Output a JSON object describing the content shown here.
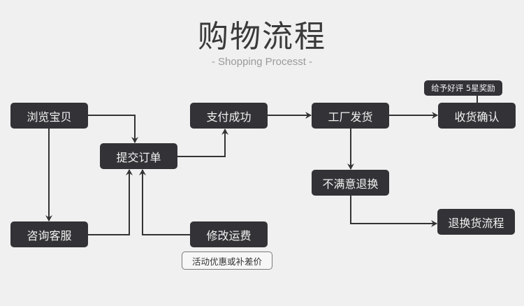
{
  "header": {
    "title": "购物流程",
    "subtitle": "- Shopping Processt -"
  },
  "nodes": {
    "browse": "浏览宝贝",
    "submit_order": "提交订单",
    "consult": "咨询客服",
    "modify_freight": "修改运费",
    "pay_success": "支付成功",
    "factory_ship": "工厂发货",
    "confirm_receipt": "收货确认",
    "unsatisfied_return": "不满意退换",
    "return_process": "退换货流程"
  },
  "annotations": {
    "review_reward": "给予好评 5星奖励",
    "promo_note": "活动优惠或补差价"
  },
  "colors": {
    "background": "#f0f0f0",
    "node_fill": "#333236",
    "node_text": "#f2f2f2",
    "connector": "#333333"
  },
  "edges": [
    {
      "from": "browse",
      "to": "submit_order"
    },
    {
      "from": "browse",
      "to": "consult"
    },
    {
      "from": "consult",
      "to": "submit_order"
    },
    {
      "from": "modify_freight",
      "to": "submit_order"
    },
    {
      "from": "submit_order",
      "to": "pay_success"
    },
    {
      "from": "pay_success",
      "to": "factory_ship"
    },
    {
      "from": "factory_ship",
      "to": "confirm_receipt"
    },
    {
      "from": "factory_ship",
      "to": "unsatisfied_return"
    },
    {
      "from": "unsatisfied_return",
      "to": "return_process"
    }
  ]
}
